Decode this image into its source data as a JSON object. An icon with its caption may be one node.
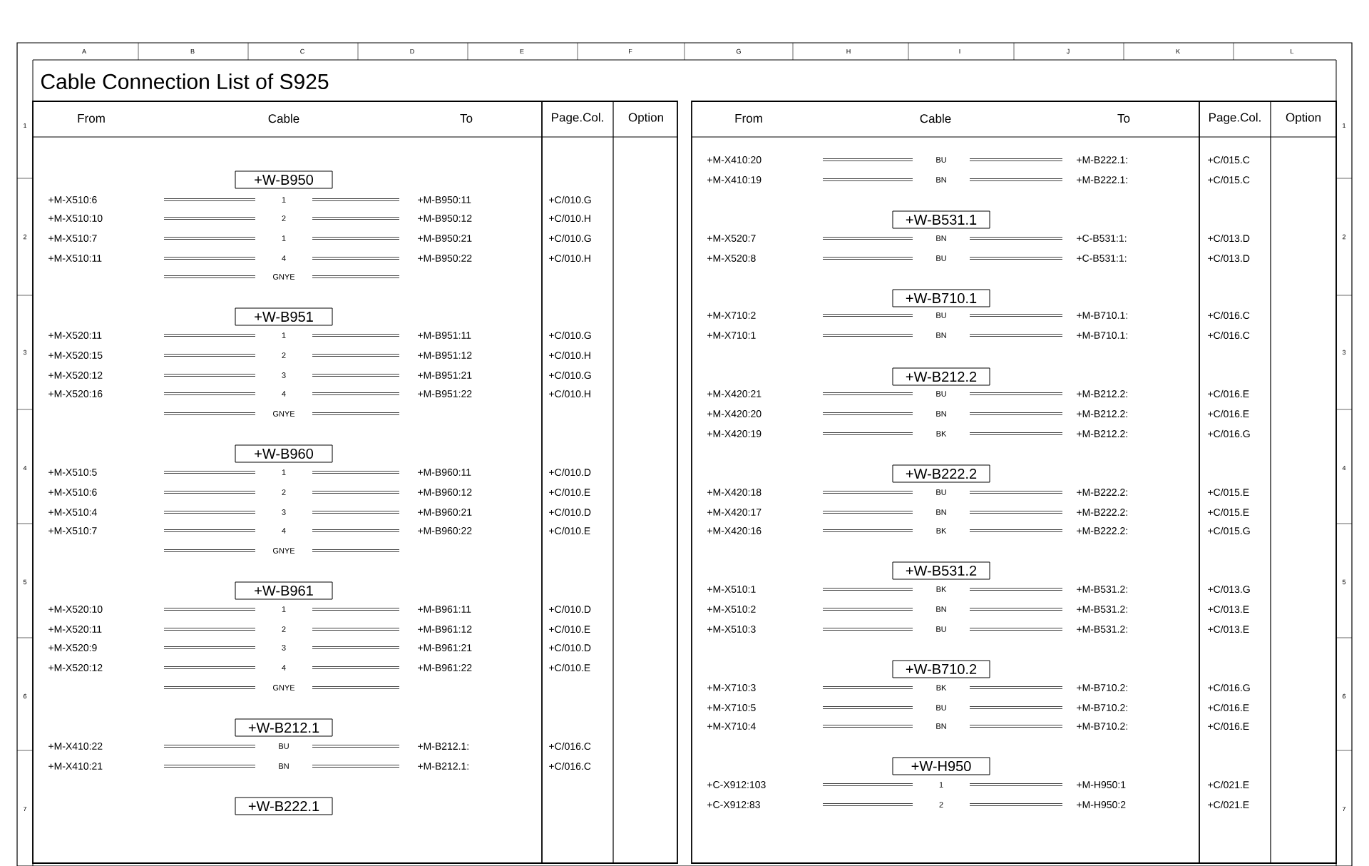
{
  "diagram": {
    "title": "Cable Connection List of S925",
    "nodes": [
      {
        "text": [
          "+W-B950"
        ]
      },
      {
        "text": [
          "+W-B951"
        ]
      },
      {
        "text": [
          "+W-B960"
        ]
      },
      {
        "text": [
          "+W-B961"
        ]
      },
      {
        "text": [
          "+W-B212.1"
        ]
      },
      {
        "text": [
          "+W-B222.1"
        ]
      },
      {
        "text": [
          "+W-B531.1"
        ]
      },
      {
        "text": [
          "+W-B710.1"
        ]
      },
      {
        "text": [
          "+W-B212.2"
        ]
      },
      {
        "text": [
          "+W-B222.2"
        ]
      },
      {
        "text": [
          "+W-B531.2"
        ]
      },
      {
        "text": [
          "+W-B710.2"
        ]
      },
      {
        "text": [
          "+W-H950"
        ]
      }
    ],
    "labels": [
      "A",
      "B",
      "C",
      "D",
      "E",
      "F",
      "G",
      "H",
      "I",
      "J",
      "K",
      "L",
      "1",
      "2",
      "3",
      "4",
      "5",
      "6",
      "7",
      "1",
      "2",
      "3",
      "4",
      "5",
      "6",
      "7",
      "From",
      "Cable",
      "To",
      "Page.Col.",
      "Option",
      "+M-X510:6",
      "1",
      "+M-B950:11",
      "+C/010.G",
      "+M-X510:10",
      "2",
      "+M-B950:12",
      "+C/010.H",
      "+M-X510:7",
      "1",
      "+M-B950:21",
      "+C/010.G",
      "+M-X510:11",
      "4",
      "+M-B950:22",
      "+C/010.H",
      "GNYE",
      "+M-X520:11",
      "1",
      "+M-B951:11",
      "+C/010.G",
      "+M-X520:15",
      "2",
      "+M-B951:12",
      "+C/010.H",
      "+M-X520:12",
      "3",
      "+M-B951:21",
      "+C/010.G",
      "+M-X520:16",
      "4",
      "+M-B951:22",
      "+C/010.H",
      "GNYE",
      "+M-X510:5",
      "1",
      "+M-B960:11",
      "+C/010.D",
      "+M-X510:6",
      "2",
      "+M-B960:12",
      "+C/010.E",
      "+M-X510:4",
      "3",
      "+M-B960:21",
      "+C/010.D",
      "+M-X510:7",
      "4",
      "+M-B960:22",
      "+C/010.E",
      "GNYE",
      "+M-X520:10",
      "1",
      "+M-B961:11",
      "+C/010.D",
      "+M-X520:11",
      "2",
      "+M-B961:12",
      "+C/010.E",
      "+M-X520:9",
      "3",
      "+M-B961:21",
      "+C/010.D",
      "+M-X520:12",
      "4",
      "+M-B961:22",
      "+C/010.E",
      "GNYE",
      "+M-X410:22",
      "BU",
      "+M-B212.1:",
      "+C/016.C",
      "+M-X410:21",
      "BN",
      "+M-B212.1:",
      "+C/016.C",
      "From",
      "Cable",
      "To",
      "Page.Col.",
      "Option",
      "+M-X410:20",
      "BU",
      "+M-B222.1:",
      "+C/015.C",
      "+M-X410:19",
      "BN",
      "+M-B222.1:",
      "+C/015.C",
      "+M-X520:7",
      "BN",
      "+C-B531:1:",
      "+C/013.D",
      "+M-X520:8",
      "BU",
      "+C-B531:1:",
      "+C/013.D",
      "+M-X710:2",
      "BU",
      "+M-B710.1:",
      "+C/016.C",
      "+M-X710:1",
      "BN",
      "+M-B710.1:",
      "+C/016.C",
      "+M-X420:21",
      "BU",
      "+M-B212.2:",
      "+C/016.E",
      "+M-X420:20",
      "BN",
      "+M-B212.2:",
      "+C/016.E",
      "+M-X420:19",
      "BK",
      "+M-B212.2:",
      "+C/016.G",
      "+M-X420:18",
      "BU",
      "+M-B222.2:",
      "+C/015.E",
      "+M-X420:17",
      "BN",
      "+M-B222.2:",
      "+C/015.E",
      "+M-X420:16",
      "BK",
      "+M-B222.2:",
      "+C/015.G",
      "+M-X510:1",
      "BK",
      "+M-B531.2:",
      "+C/013.G",
      "+M-X510:2",
      "BN",
      "+M-B531.2:",
      "+C/013.E",
      "+M-X510:3",
      "BU",
      "+M-B531.2:",
      "+C/013.E",
      "+M-X710:3",
      "BK",
      "+M-B710.2:",
      "+C/016.G",
      "+M-X710:5",
      "BU",
      "+M-B710.2:",
      "+C/016.E",
      "+M-X710:4",
      "BN",
      "+M-B710.2:",
      "+C/016.E",
      "+C-X912:103",
      "1",
      "+M-H950:1",
      "+C/021.E",
      "+C-X912:83",
      "2",
      "+M-H950:2",
      "+C/021.E"
    ]
  }
}
